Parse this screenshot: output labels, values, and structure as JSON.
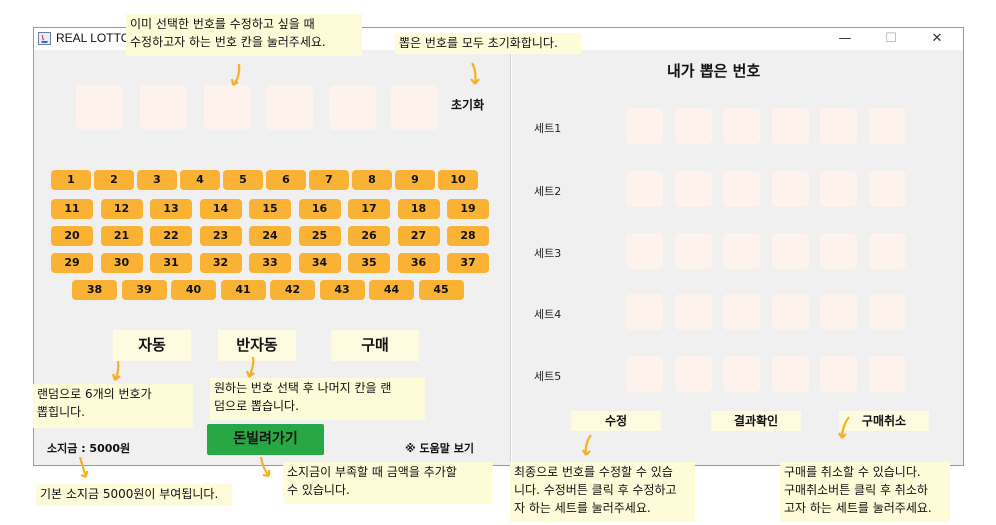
{
  "window": {
    "title": "REAL LOTTO",
    "minimize_glyph": "—",
    "maximize_glyph": "☐",
    "close_glyph": "✕"
  },
  "left": {
    "reset_label": "초기화",
    "numbers_rows": [
      [
        "1",
        "2",
        "3",
        "4",
        "5",
        "6",
        "7",
        "8",
        "9",
        "10"
      ],
      [
        "11",
        "12",
        "13",
        "14",
        "15",
        "16",
        "17",
        "18",
        "19"
      ],
      [
        "20",
        "21",
        "22",
        "23",
        "24",
        "25",
        "26",
        "27",
        "28"
      ],
      [
        "29",
        "30",
        "31",
        "32",
        "33",
        "34",
        "35",
        "36",
        "37"
      ],
      [
        "38",
        "39",
        "40",
        "41",
        "42",
        "43",
        "44",
        "45"
      ]
    ],
    "auto_label": "자동",
    "semi_auto_label": "반자동",
    "buy_label": "구매",
    "balance_label": "소지금 : 5000원",
    "charge_label": "돈빌려가기",
    "help_label": "※ 도움말 보기"
  },
  "right": {
    "title": "내가 뽑은 번호",
    "sets": [
      "세트1",
      "세트2",
      "세트3",
      "세트4",
      "세트5"
    ],
    "edit_label": "수정",
    "result_label": "결과확인",
    "cancel_label": "구매취소"
  },
  "tooltips": {
    "edit_slot": [
      "이미 선택한 번호를 수정하고 싶을 때",
      "수정하고자 하는 번호 칸을 눌러주세요."
    ],
    "reset": "뽑은 번호를 모두 초기화합니다.",
    "auto": [
      "랜덤으로 6개의 번호가",
      "뽑힙니다."
    ],
    "semi_auto": [
      "원하는 번호 선택 후 나머지 칸을 랜",
      "덤으로 뽑습니다."
    ],
    "balance": "기본 소지금 5000원이 부여됩니다.",
    "charge": [
      "소지금이 부족할 때 금액을 추가할",
      "수 있습니다."
    ],
    "final_edit": [
      "최종으로 번호를 수정할 수 있습",
      "니다. 수정버튼 클릭 후 수정하고",
      "자 하는 세트를 눌러주세요."
    ],
    "cancel": [
      "구매를 취소할 수 있습니다.",
      "구매취소버튼 클릭 후 취소하",
      "고자 하는 세트를 눌러주세요."
    ]
  },
  "colors": {
    "number_button": "#f9b233",
    "slot": "#fdf3ec",
    "action_button": "#fefbe0",
    "charge_button": "#28a745",
    "tooltip": "#fefbd8",
    "arrow": "#f5b026"
  }
}
